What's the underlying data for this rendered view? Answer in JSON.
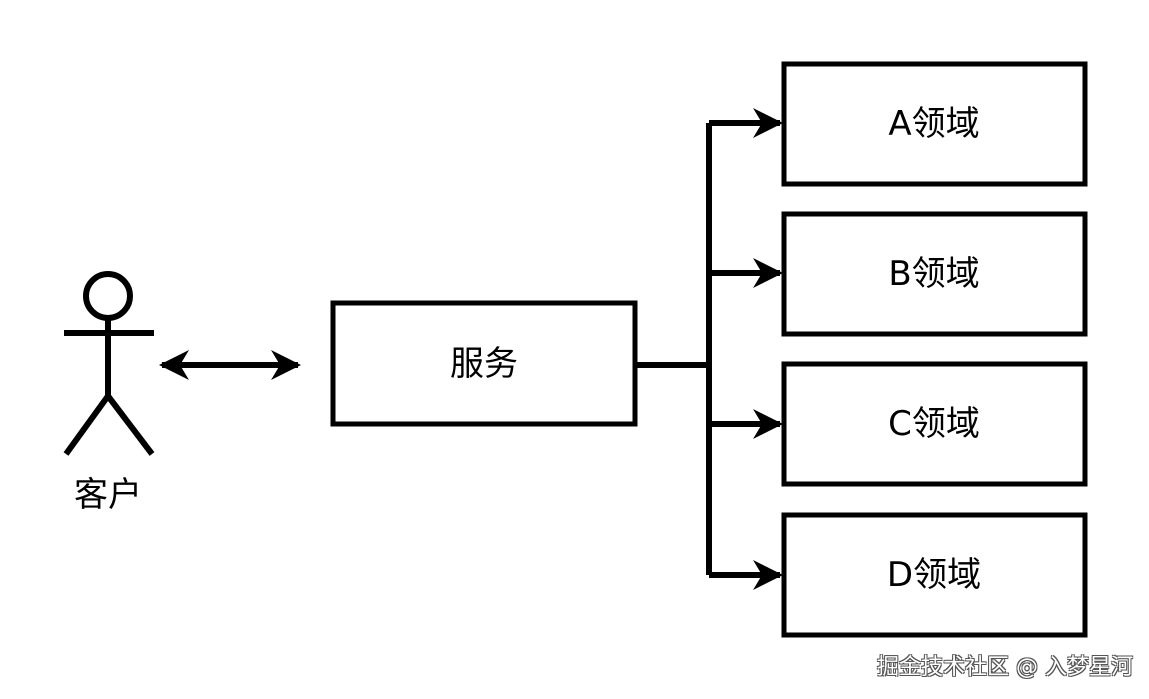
{
  "actor": {
    "label": "客户"
  },
  "service": {
    "label": "服务"
  },
  "domains": [
    {
      "label": "A领域"
    },
    {
      "label": "B领域"
    },
    {
      "label": "C领域"
    },
    {
      "label": "D领域"
    }
  ],
  "watermark": "掘金技术社区 @ 入梦星河"
}
